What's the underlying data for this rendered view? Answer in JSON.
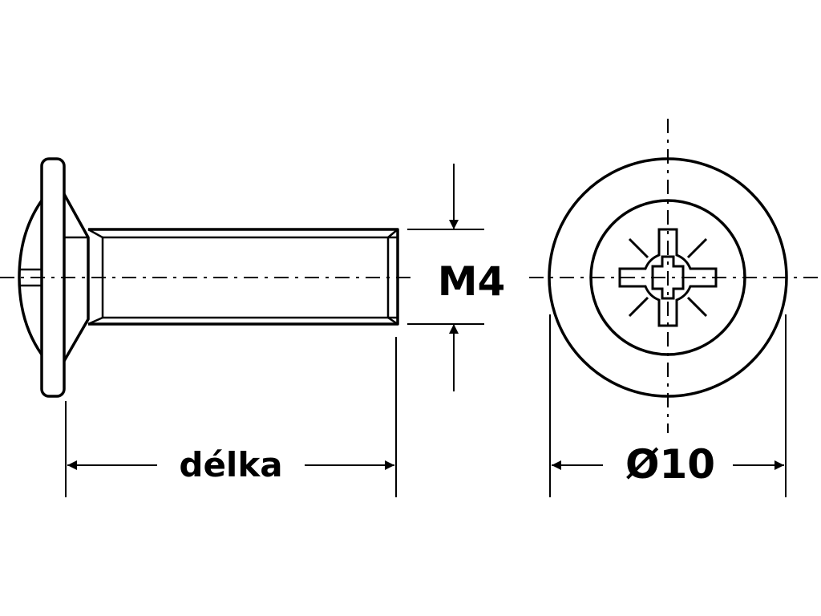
{
  "labels": {
    "thread": "M4",
    "length": "délka",
    "diameter": "Ø10"
  },
  "colors": {
    "line": "#000000",
    "background": "#ffffff"
  }
}
